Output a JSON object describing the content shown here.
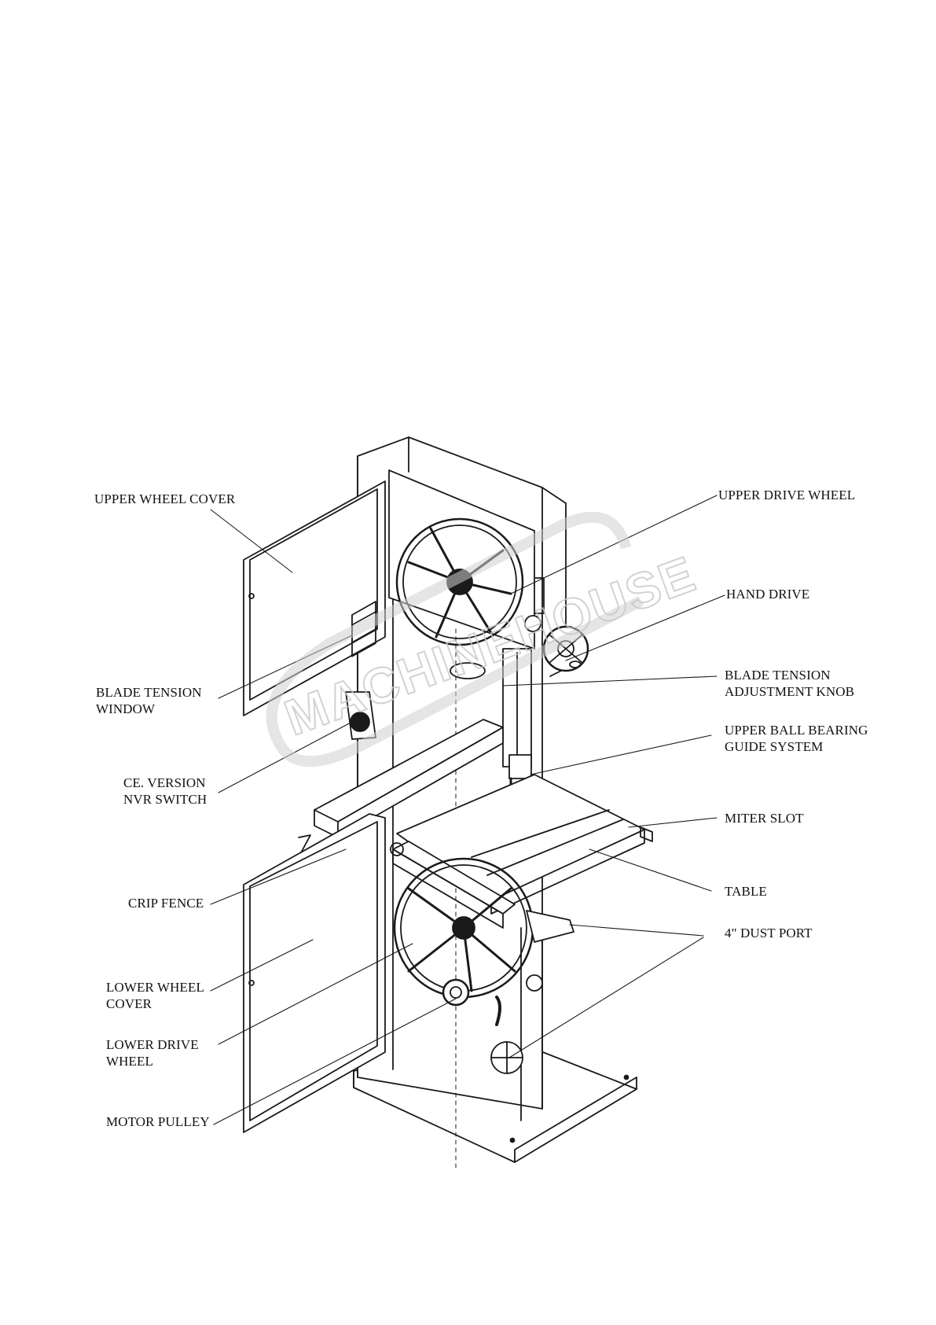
{
  "labels": {
    "upper_wheel_cover": "UPPER WHEEL COVER",
    "blade_tension_window": "BLADE TENSION\nWINDOW",
    "ce_version_nvr_switch": "CE. VERSION\nNVR SWITCH",
    "crip_fence": "CRIP FENCE",
    "lower_wheel_cover": "LOWER WHEEL\nCOVER",
    "lower_drive_wheel": "LOWER DRIVE\nWHEEL",
    "motor_pulley": "MOTOR PULLEY",
    "upper_drive_wheel": "UPPER DRIVE WHEEL",
    "hand_drive": "HAND DRIVE",
    "blade_tension_adjustment_knob": "BLADE TENSION\nADJUSTMENT KNOB",
    "upper_ball_bearing_guide_system": "UPPER BALL BEARING\nGUIDE SYSTEM",
    "miter_slot": "MITER SLOT",
    "table": "TABLE",
    "dust_port": "4\" DUST PORT"
  },
  "watermark": "MACHINEHOUSE",
  "colors": {
    "ink": "#1a1a1a",
    "watermark": "#d4d4d4"
  }
}
